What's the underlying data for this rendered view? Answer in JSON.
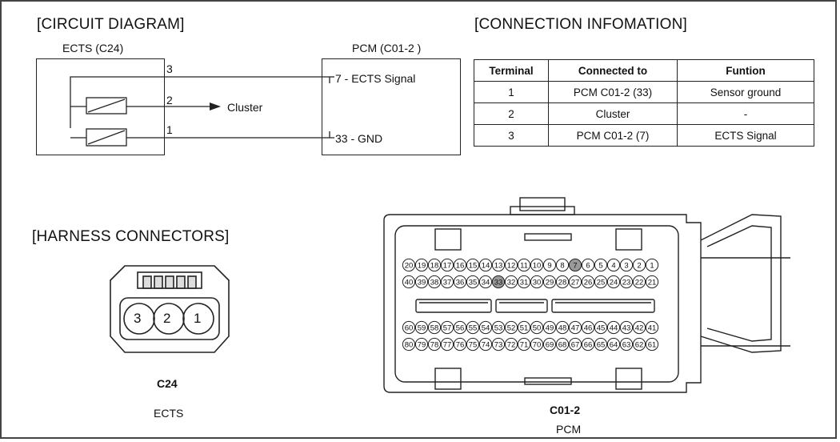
{
  "circuit": {
    "title": "[CIRCUIT DIAGRAM]",
    "ects_label": "ECTS (C24)",
    "pcm_label": "PCM (C01-2 )",
    "pin3": "3",
    "pin2": "2",
    "pin1": "1",
    "cluster": "Cluster",
    "pcm_pin7": "7 - ECTS Signal",
    "pcm_pin33": "33 - GND"
  },
  "connection": {
    "title": "[CONNECTION INFOMATION]",
    "headers": [
      "Terminal",
      "Connected to",
      "Funtion"
    ],
    "rows": [
      [
        "1",
        "PCM C01-2 (33)",
        "Sensor ground"
      ],
      [
        "2",
        "Cluster",
        "-"
      ],
      [
        "3",
        "PCM C01-2 (7)",
        "ECTS Signal"
      ]
    ]
  },
  "harness": {
    "title": "[HARNESS CONNECTORS]",
    "c24": {
      "pins": [
        "3",
        "2",
        "1"
      ],
      "name": "C24",
      "desc": "ECTS"
    },
    "c012": {
      "name": "C01-2",
      "desc": "PCM",
      "highlighted_pins": [
        "7",
        "33"
      ],
      "rows": [
        [
          "20",
          "19",
          "18",
          "17",
          "16",
          "15",
          "14",
          "13",
          "12",
          "11",
          "10",
          "9",
          "8",
          "7",
          "6",
          "5",
          "4",
          "3",
          "2",
          "1"
        ],
        [
          "40",
          "39",
          "38",
          "37",
          "36",
          "35",
          "34",
          "33",
          "32",
          "31",
          "30",
          "29",
          "28",
          "27",
          "26",
          "25",
          "24",
          "23",
          "22",
          "21"
        ],
        [
          "60",
          "59",
          "58",
          "57",
          "56",
          "55",
          "54",
          "53",
          "52",
          "51",
          "50",
          "49",
          "48",
          "47",
          "46",
          "45",
          "44",
          "43",
          "42",
          "41"
        ],
        [
          "80",
          "79",
          "78",
          "77",
          "76",
          "75",
          "74",
          "73",
          "72",
          "71",
          "70",
          "69",
          "68",
          "67",
          "66",
          "65",
          "64",
          "63",
          "62",
          "61"
        ]
      ]
    }
  }
}
